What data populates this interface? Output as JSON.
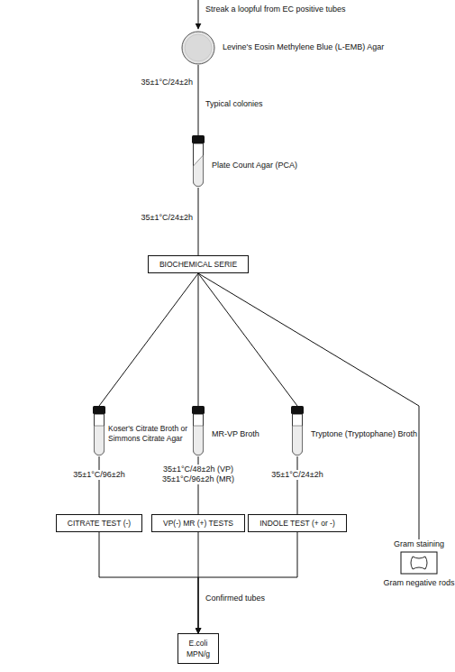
{
  "diagram": {
    "nodes": [
      {
        "text": [
          "Levine's Eosin Methylene Blue (L-EMB) Agar"
        ]
      },
      {
        "text": [
          "Plate Count Agar (PCA)"
        ]
      },
      {
        "text": [
          "BIOCHEMICAL SERIE"
        ]
      },
      {
        "text": [
          "Koser's Citrate Broth or Simmons Citrate Agar"
        ]
      },
      {
        "text": [
          "MR-VP Broth"
        ]
      },
      {
        "text": [
          "Tryptone (Tryptophane) Broth"
        ]
      },
      {
        "text": [
          "Gram staining",
          "Gram negative rods"
        ]
      },
      {
        "text": [
          "CITRATE TEST (-)"
        ]
      },
      {
        "text": [
          "VP(-) MR (+) TESTS"
        ]
      },
      {
        "text": [
          "INDOLE TEST (+ or -)"
        ]
      },
      {
        "text": [
          "E.coli MPN/g"
        ]
      }
    ],
    "edges": [
      {
        "from": 0,
        "to": 1,
        "arrow": "none",
        "label": "Typical colonies"
      },
      {
        "from": 1,
        "to": 2,
        "arrow": "none",
        "label": "35±1°C/24±2h"
      },
      {
        "from": 2,
        "to": 3,
        "arrow": "none"
      },
      {
        "from": 2,
        "to": 4,
        "arrow": "none"
      },
      {
        "from": 2,
        "to": 5,
        "arrow": "none"
      },
      {
        "from": 2,
        "to": 6,
        "arrow": "none"
      },
      {
        "from": 3,
        "to": 7,
        "arrow": "none",
        "label": "35±1°C/96±2h"
      },
      {
        "from": 4,
        "to": 8,
        "arrow": "none",
        "label": "35±1°C/48±2h (VP)"
      },
      {
        "from": 5,
        "to": 9,
        "arrow": "none",
        "label": "35±1°C/24±2h"
      },
      {
        "from": 7,
        "to": 10,
        "arrow": "to"
      },
      {
        "from": 8,
        "to": 10,
        "arrow": "to",
        "label": "Confirmed tubes"
      },
      {
        "from": 9,
        "to": 10,
        "arrow": "to"
      }
    ],
    "labels": [
      "Streak a loopful from EC positive tubes",
      "35±1°C/24±2h",
      "35±1°C/96±2h (MR)"
    ]
  }
}
